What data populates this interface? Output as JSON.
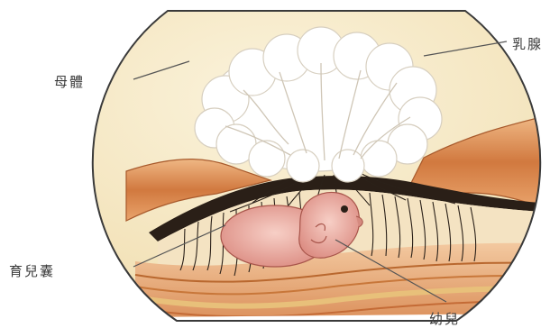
{
  "labels": {
    "mother": "母體",
    "mammary_gland": "乳腺",
    "brood_pouch": "育兒囊",
    "young": "幼兒"
  },
  "colors": {
    "background_skin": "#f8eccb",
    "muscle_band": "#d98f55",
    "pouch_wall": "#e6b57c",
    "dark_cavity": "#2a1f17",
    "gland": "#ffffff",
    "embryo": "#f0b1a6",
    "leader_lines": "#555555",
    "outline": "#3a3a3a"
  }
}
